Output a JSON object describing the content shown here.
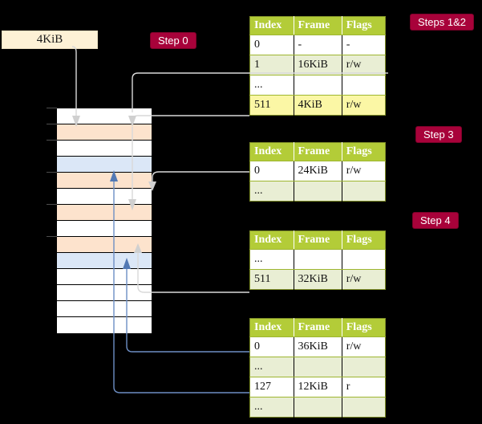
{
  "labels": {
    "size_label": "4KiB",
    "step0": "Step 0",
    "steps12": "Steps 1&2",
    "step3": "Step 3",
    "step4": "Step 4"
  },
  "table_headers": {
    "index": "Index",
    "frame": "Frame",
    "flags": "Flags"
  },
  "tables": [
    {
      "name": "pml4-table",
      "rows": [
        {
          "index": "0",
          "frame": "-",
          "flags": "-",
          "shade": "white",
          "highlight": false
        },
        {
          "index": "1",
          "frame": "16KiB",
          "flags": "r/w",
          "shade": "alt",
          "highlight": false
        },
        {
          "index": "...",
          "frame": "",
          "flags": "",
          "shade": "white",
          "highlight": false
        },
        {
          "index": "511",
          "frame": "4KiB",
          "flags": "r/w",
          "shade": "alt",
          "highlight": true
        }
      ]
    },
    {
      "name": "pdp-table",
      "rows": [
        {
          "index": "0",
          "frame": "24KiB",
          "flags": "r/w",
          "shade": "white",
          "highlight": false
        },
        {
          "index": "...",
          "frame": "",
          "flags": "",
          "shade": "alt",
          "highlight": false
        }
      ]
    },
    {
      "name": "pd-table",
      "rows": [
        {
          "index": "...",
          "frame": "",
          "flags": "",
          "shade": "white",
          "highlight": false
        },
        {
          "index": "511",
          "frame": "32KiB",
          "flags": "r/w",
          "shade": "alt",
          "highlight": false
        }
      ]
    },
    {
      "name": "pt-table",
      "rows": [
        {
          "index": "0",
          "frame": "36KiB",
          "flags": "r/w",
          "shade": "white",
          "highlight": false
        },
        {
          "index": "...",
          "frame": "",
          "flags": "",
          "shade": "alt",
          "highlight": false
        },
        {
          "index": "127",
          "frame": "12KiB",
          "flags": "r",
          "shade": "white",
          "highlight": false
        },
        {
          "index": "...",
          "frame": "",
          "flags": "",
          "shade": "alt",
          "highlight": false
        }
      ]
    }
  ],
  "memory_rows": [
    {
      "shade": "white"
    },
    {
      "shade": "peach"
    },
    {
      "shade": "white"
    },
    {
      "shade": "blue"
    },
    {
      "shade": "peach"
    },
    {
      "shade": "white"
    },
    {
      "shade": "peach"
    },
    {
      "shade": "white"
    },
    {
      "shade": "peach"
    },
    {
      "shade": "blue"
    },
    {
      "shade": "white"
    },
    {
      "shade": "white"
    },
    {
      "shade": "white"
    },
    {
      "shade": "white"
    }
  ],
  "colors": {
    "badge": "#a8023a",
    "header": "#b3cc38",
    "alt_row": "#e9eed4",
    "highlight": "#fbf7a5",
    "peach": "#fde3cd",
    "blue": "#dbe7f7",
    "label_box": "#fdf1d6",
    "wire_grey": "#d9d9d9",
    "wire_blue": "#6d8ec4",
    "background": "#000000"
  }
}
